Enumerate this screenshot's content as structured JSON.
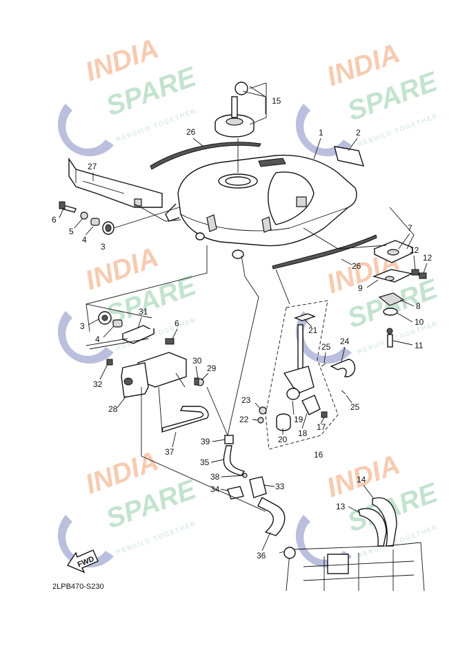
{
  "watermark": {
    "line1": "INDIA",
    "line2": "SPARE",
    "tagline": "REBUILD TOGETHER",
    "colors": {
      "india": "#f6c3a4",
      "spare": "#b9dfc6",
      "logo": "#aeb4d8"
    }
  },
  "diagram_code": "2LPB470-S230",
  "fwd_label": "FWD",
  "callouts": {
    "c1": "1",
    "c2": "2",
    "c3a": "3",
    "c3b": "3",
    "c4a": "4",
    "c4b": "4",
    "c5": "5",
    "c6a": "6",
    "c6b": "6",
    "c7": "7",
    "c8": "8",
    "c9": "9",
    "c10": "10",
    "c11": "11",
    "c12a": "12",
    "c12b": "12",
    "c13": "13",
    "c14": "14",
    "c15": "15",
    "c16": "16",
    "c17": "17",
    "c18": "18",
    "c19": "19",
    "c20": "20",
    "c21": "21",
    "c22": "22",
    "c23": "23",
    "c24": "24",
    "c25a": "25",
    "c25b": "25",
    "c26a": "26",
    "c26b": "26",
    "c27": "27",
    "c28": "28",
    "c29": "29",
    "c30": "30",
    "c31": "31",
    "c32": "32",
    "c33": "33",
    "c34": "34",
    "c35": "35",
    "c36": "36",
    "c37": "37",
    "c38": "38",
    "c39": "39"
  }
}
